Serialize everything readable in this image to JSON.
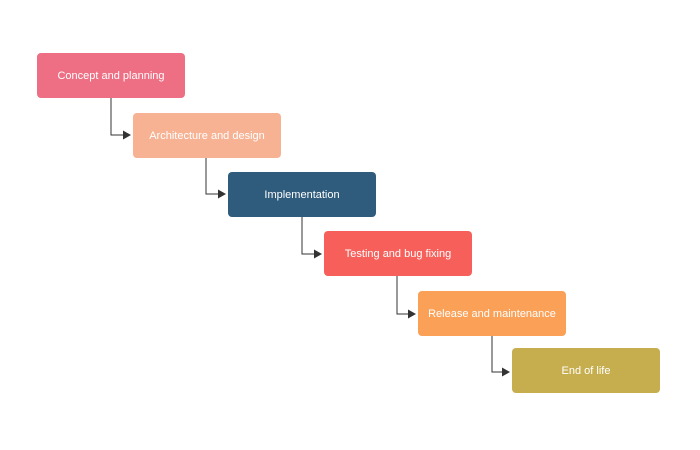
{
  "steps": [
    {
      "label": "Concept and planning",
      "color": "#ee6f84"
    },
    {
      "label": "Architecture and design",
      "color": "#f7b293"
    },
    {
      "label": "Implementation",
      "color": "#2f5b7c"
    },
    {
      "label": "Testing and bug fixing",
      "color": "#f7605a"
    },
    {
      "label": "Release and maintenance",
      "color": "#fba057"
    },
    {
      "label": "End of life",
      "color": "#c6ae4e"
    }
  ],
  "connector_color": "#333333"
}
